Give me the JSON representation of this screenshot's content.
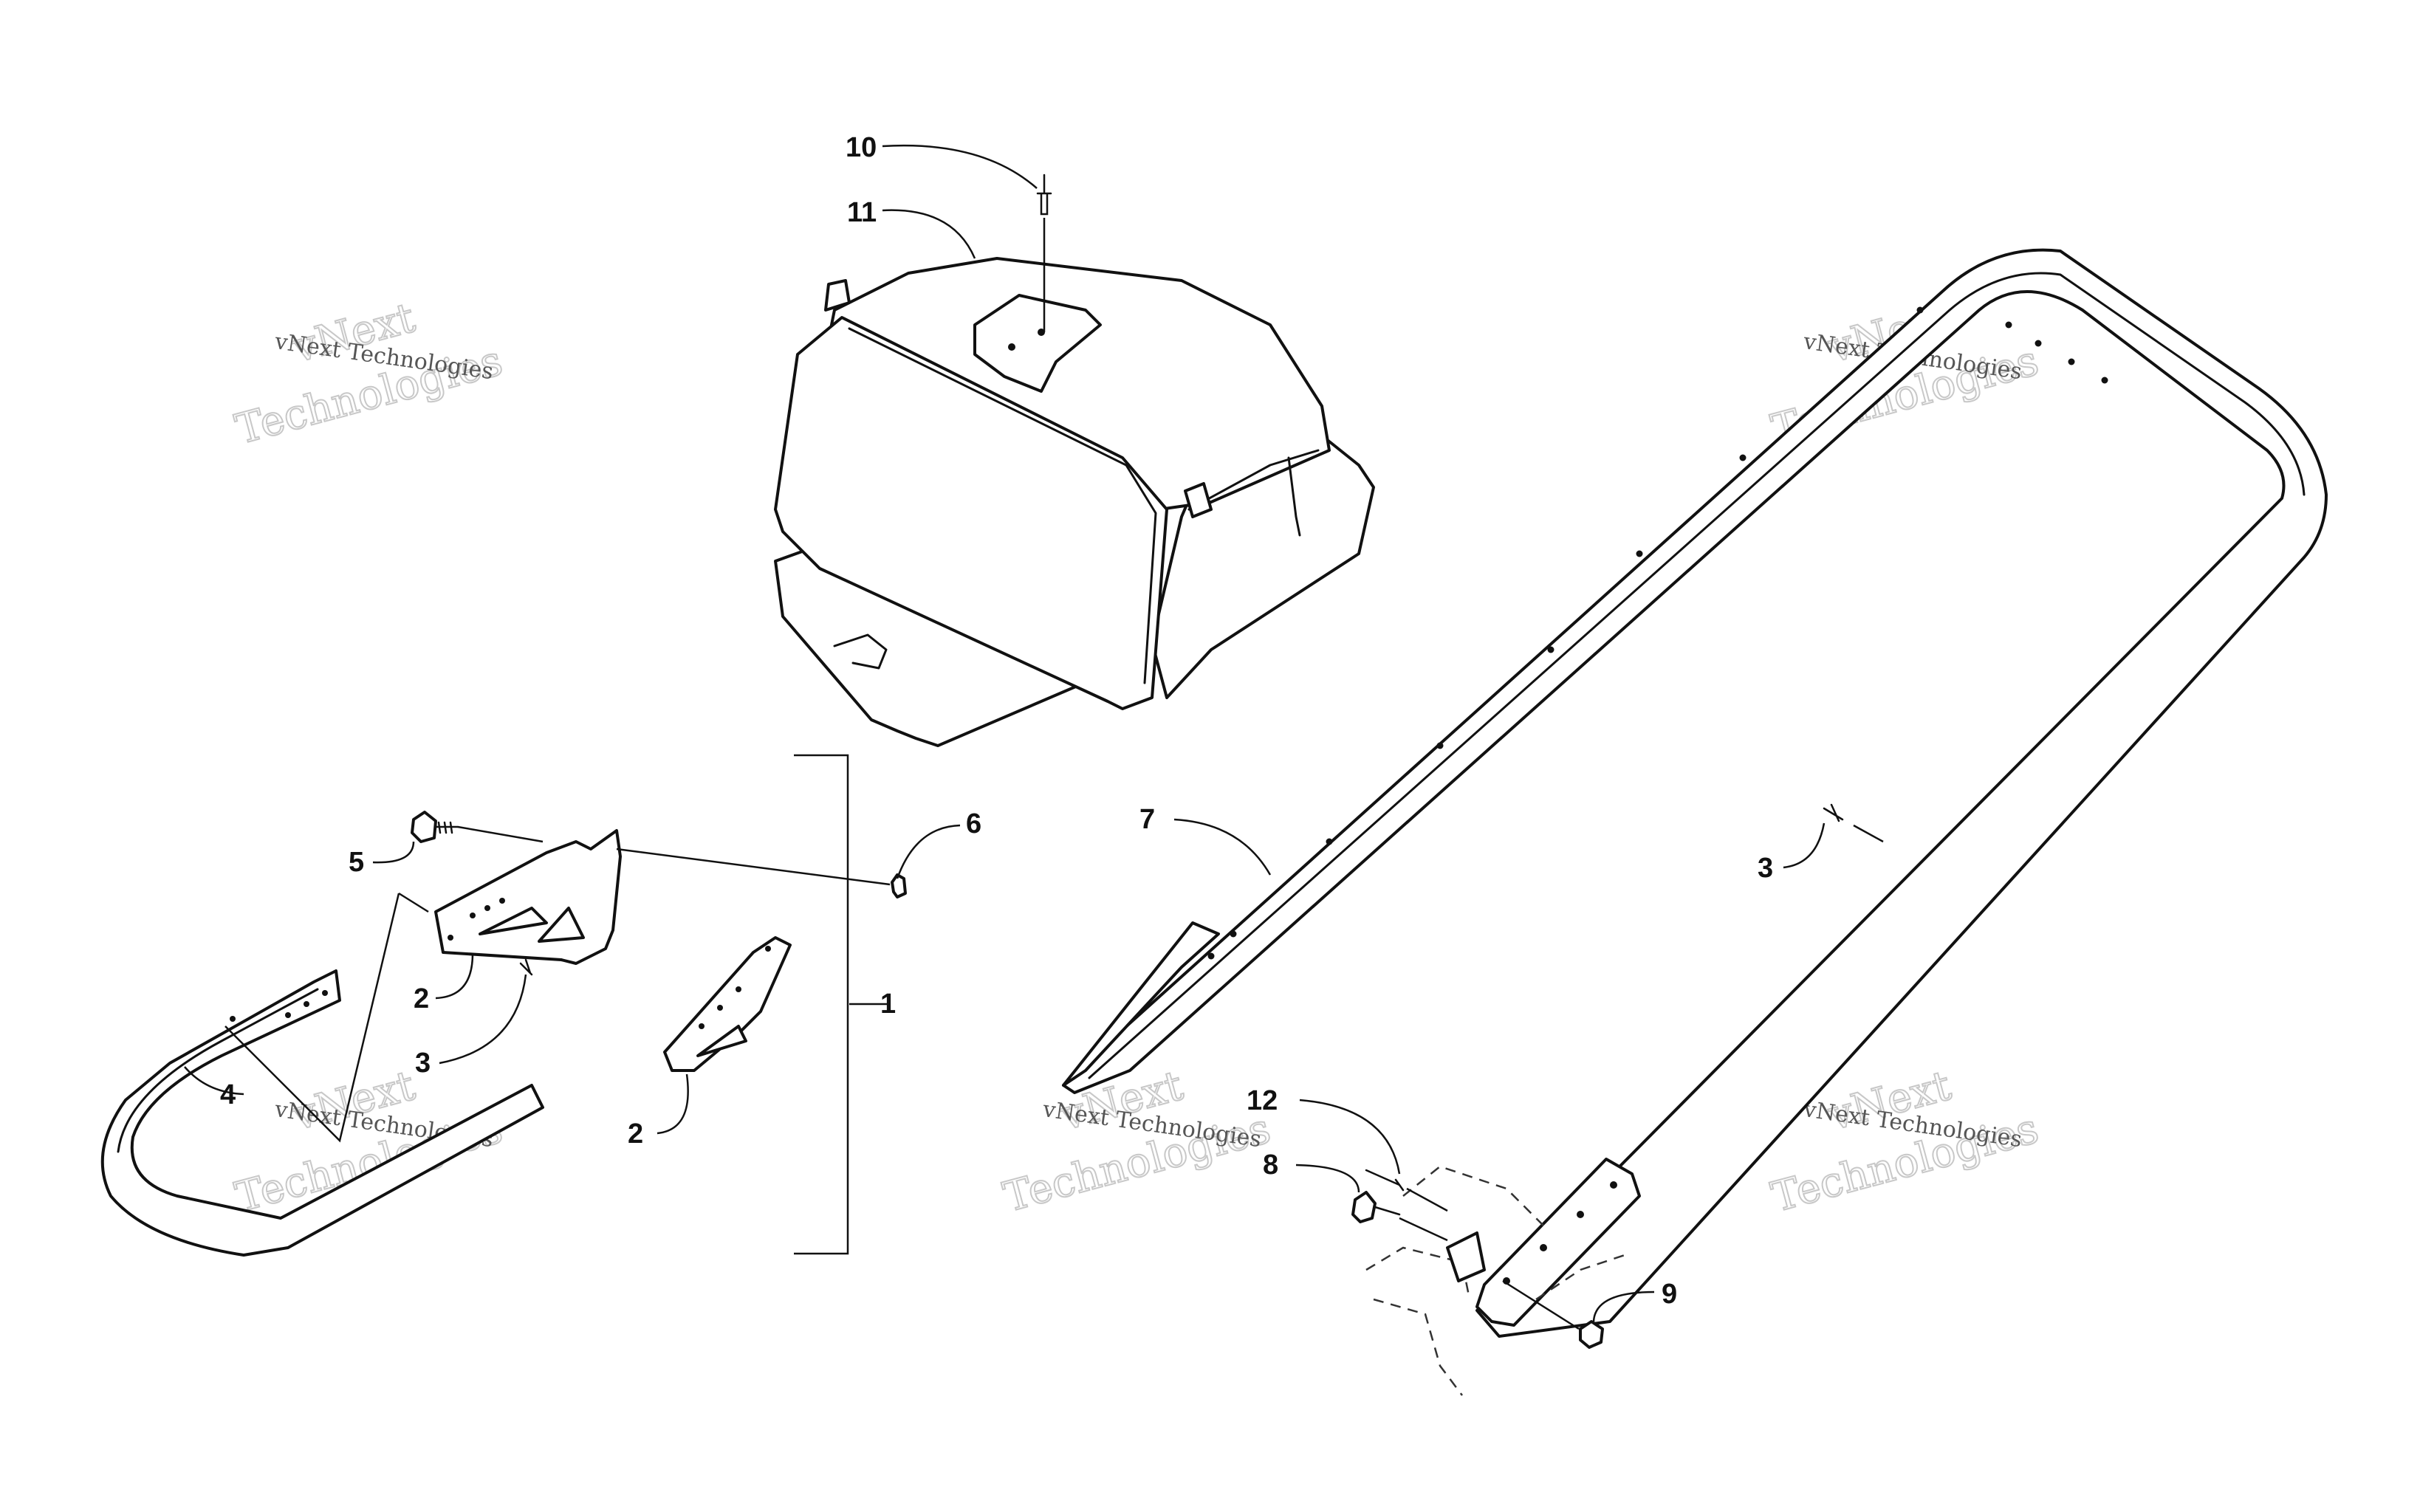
{
  "callouts": {
    "c1": "1",
    "c2a": "2",
    "c2b": "2",
    "c3a": "3",
    "c3b": "3",
    "c4": "4",
    "c5": "5",
    "c6": "6",
    "c7": "7",
    "c8": "8",
    "c9": "9",
    "c10": "10",
    "c11": "11",
    "c12": "12"
  },
  "watermark": {
    "line_small": "vNext Technologies",
    "line_big_1": "vNext",
    "line_big_2": "Technologies"
  }
}
